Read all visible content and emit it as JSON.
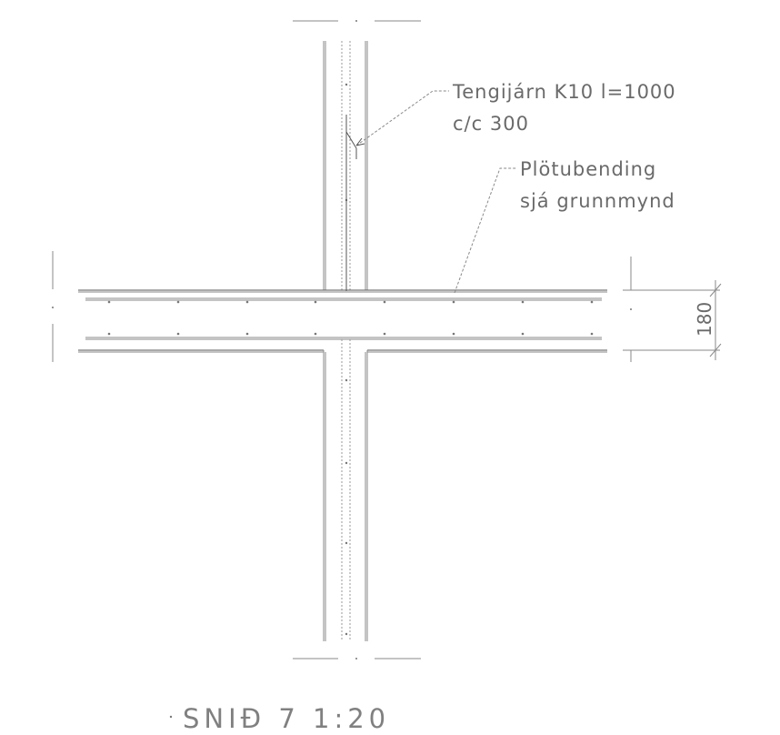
{
  "annotations": {
    "tie_bars_line1": "Tengijárn K10 l=1000",
    "tie_bars_line2": "c/c 300",
    "slab_rebar_line1": "Plötubending",
    "slab_rebar_line2": "sjá grunnmynd"
  },
  "dimension": {
    "slab_thickness": "180"
  },
  "title": "SNIÐ 7 1:20"
}
